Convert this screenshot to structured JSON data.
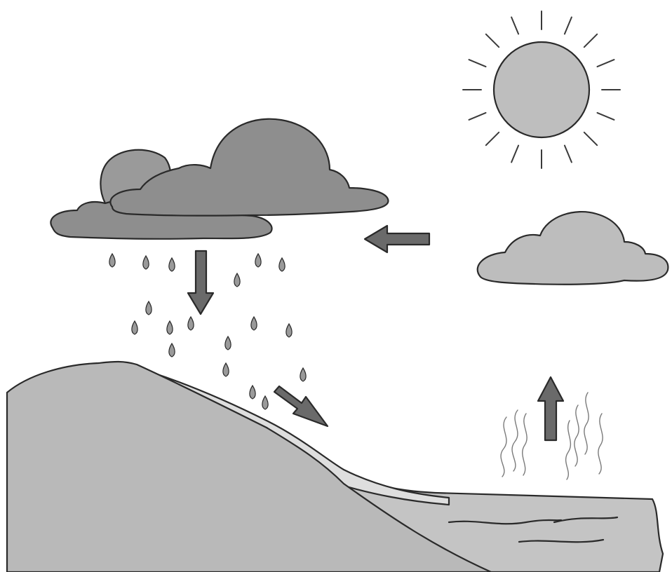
{
  "diagram": {
    "labels": [],
    "colors": {
      "background": "#ffffff",
      "rain_cloud_fill": "#8e8e8e",
      "rain_cloud_back": "#9a9a9a",
      "small_cloud_fill": "#bdbdbd",
      "sun_fill": "#bebebe",
      "sun_ray": "#3a3a3a",
      "arrow_fill": "#6a6a6a",
      "hill_fill": "#b9b9b9",
      "runoff_fill": "#dedede",
      "water_fill": "#c4c4c4",
      "raindrop_fill": "#9a9a9a",
      "vapor_stroke": "#7a7a7a",
      "outline": "#2a2a2a"
    },
    "elements": {
      "sun": "sun-icon",
      "rain_cloud": "rain-cloud",
      "small_cloud": "small-cloud",
      "arrows": [
        "arrow-cloud-movement-left",
        "arrow-precipitation-down",
        "arrow-runoff",
        "arrow-evaporation-up"
      ],
      "land": "hill",
      "water": "water-body",
      "vapor": "evaporation-vapor"
    }
  }
}
